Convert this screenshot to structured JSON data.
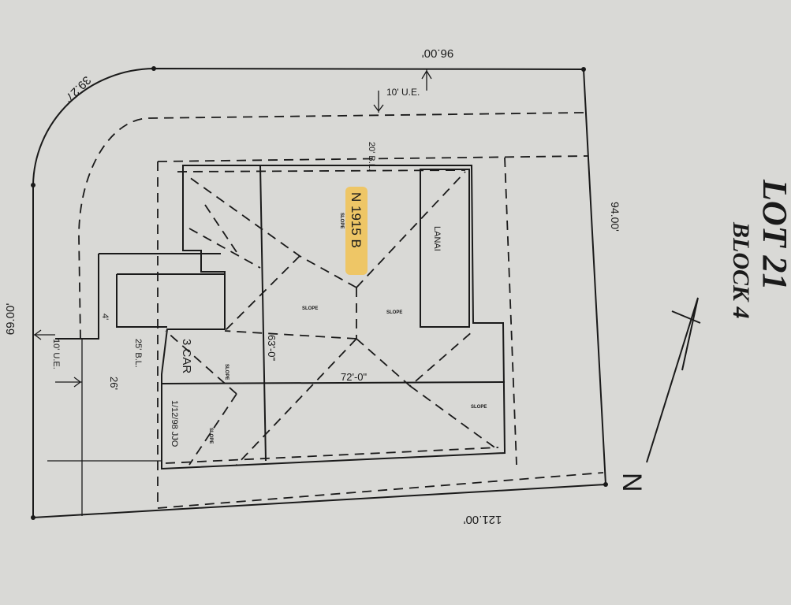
{
  "title": {
    "lot": "LOT 21",
    "block": "BLOCK 4"
  },
  "dimensions": {
    "top": "96.00'",
    "curve": "39.27'",
    "right": "94.00'",
    "left": "69.00'",
    "bottom": "121.00'",
    "house_depth": "63'-0\"",
    "house_width": "72'-0\"",
    "driveway": "26'",
    "walk": "4'"
  },
  "easements": {
    "top_ue": "10' U.E.",
    "left_ue": "10' U.E.",
    "top_bl": "20' B.L.",
    "left_bl": "25' B.L."
  },
  "house": {
    "model": "N 1915 B",
    "lanai": "LANAI",
    "garage": "3 CAR",
    "slope": "SLOPE",
    "date_initials": "1/12/98 JJO"
  },
  "north": "N",
  "colors": {
    "paper": "#d9d9d6",
    "ink": "#1a1a1a",
    "highlight": "#f0c35a"
  }
}
